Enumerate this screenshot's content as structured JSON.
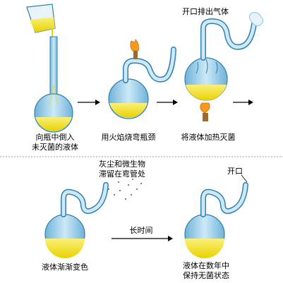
{
  "steps_top": {
    "step1": {
      "line1": "向瓶中倒入",
      "line2": "未灭菌的液体"
    },
    "step2": {
      "label": "用火焰烧弯瓶颈"
    },
    "step3": {
      "label": "将液体加热灭菌"
    },
    "vent_note": "开口排出气体"
  },
  "steps_bottom": {
    "dust_note": {
      "line1": "灰尘和微生物",
      "line2": "滞留在弯管处"
    },
    "step4": {
      "label": "液体渐渐变色"
    },
    "arrow_label": "长时间",
    "open_note": "开口",
    "step5": {
      "line1": "液体在数年中",
      "line2": "保持无菌状态"
    }
  },
  "colors": {
    "glass": "#8cc7e6",
    "glass_outline": "#2f7fb0",
    "liquid": "#f2e21e",
    "flame": "#f59a1c",
    "separator": "#999999"
  }
}
